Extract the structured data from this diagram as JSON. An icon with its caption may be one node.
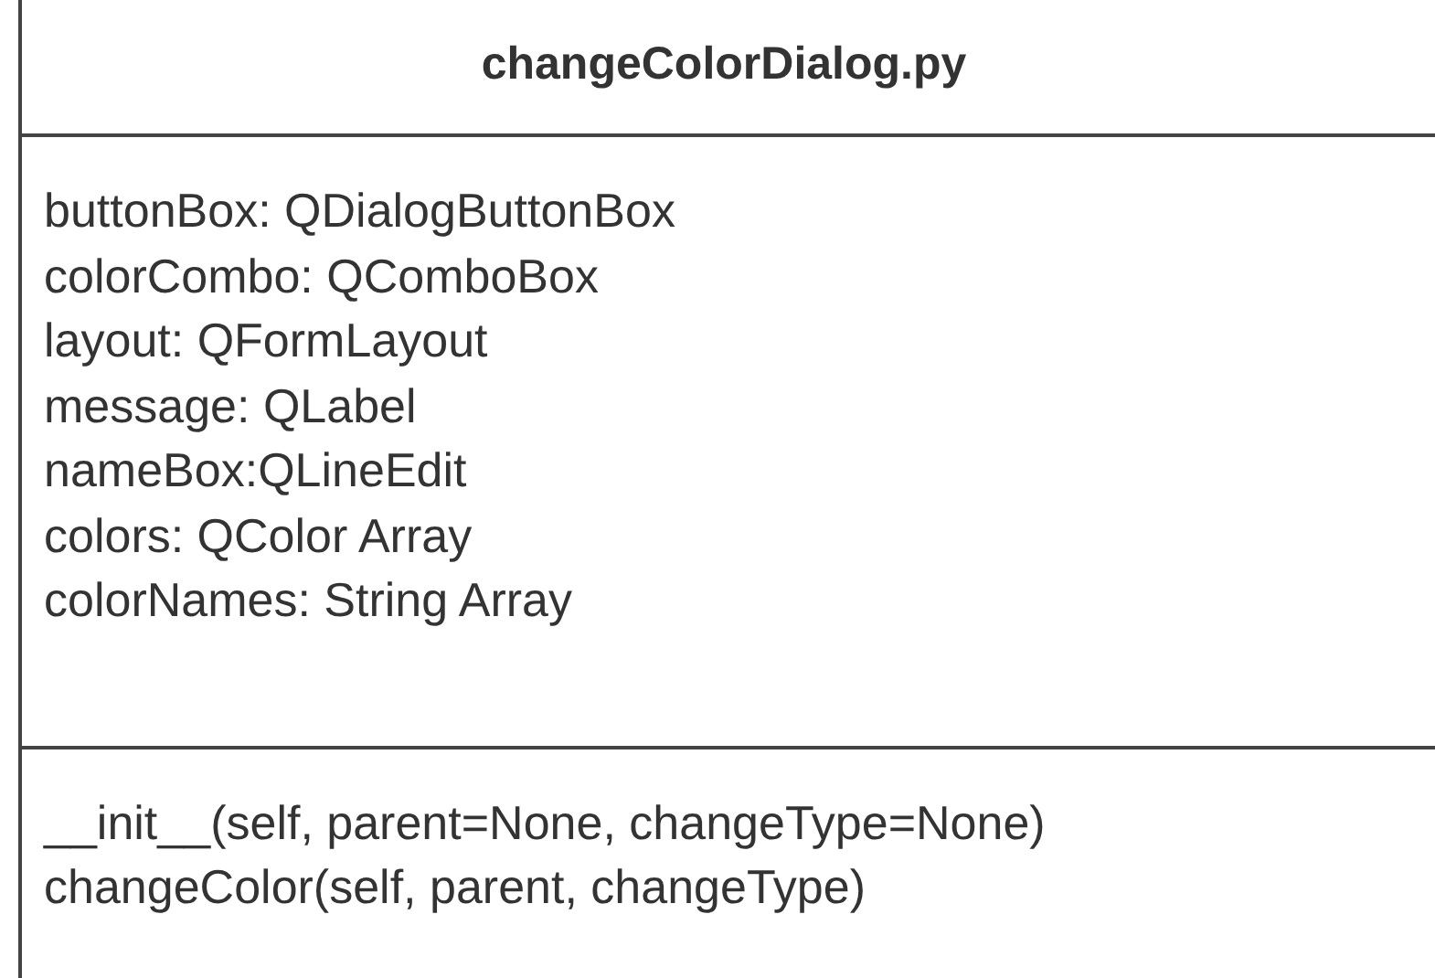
{
  "diagram": {
    "nodes": [
      {
        "text": [
          "changeColorDialog.py",
          "buttonBox: QDialogButtonBox",
          "colorCombo: QComboBox",
          "layout: QFormLayout",
          "message: QLabel",
          "nameBox:QLineEdit",
          "colors: QColor Array",
          "colorNames: String Array",
          "__init__(self, parent=None, changeType=None)",
          "changeColor(self, parent, changeType)"
        ]
      }
    ]
  }
}
